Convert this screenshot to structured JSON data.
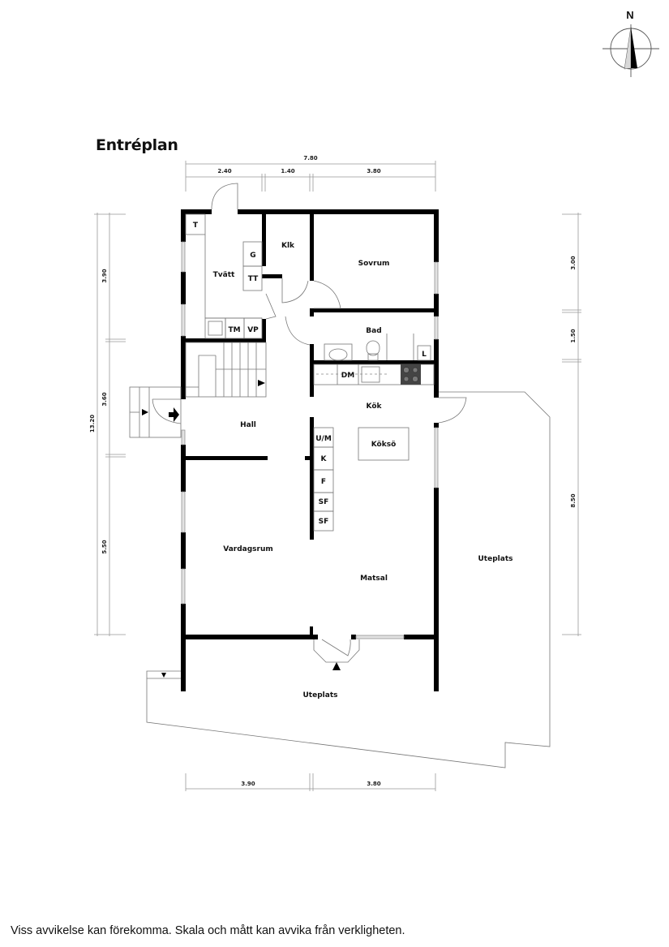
{
  "plan": {
    "title": "Entréplan",
    "disclaimer": "Viss avvikelse kan förekomma. Skala och mått kan avvika från verkligheten.",
    "compass": {
      "label": "N",
      "icon": "north-arrow-icon"
    }
  },
  "rooms": {
    "tvatt": "Tvätt",
    "klk": "Klk",
    "sovrum": "Sovrum",
    "bad": "Bad",
    "kok": "Kök",
    "koksö": "Köksö",
    "hall": "Hall",
    "vardagsrum": "Vardagsrum",
    "matsal": "Matsal",
    "uteplats_east": "Uteplats",
    "uteplats_south": "Uteplats"
  },
  "fixtures": {
    "t": "T",
    "g": "G",
    "tt": "TT",
    "tm": "TM",
    "vp": "VP",
    "l": "L",
    "dm": "DM",
    "um": "U/M",
    "k": "K",
    "f": "F",
    "sf1": "SF",
    "sf2": "SF"
  },
  "dimensions": {
    "top_total": "7.80",
    "top_segments": [
      "2.40",
      "1.40",
      "3.80"
    ],
    "left_total": "13.20",
    "left_segments": [
      "3.90",
      "3.60",
      "5.50"
    ],
    "right_segments": [
      "3.00",
      "1.50",
      "8.50"
    ],
    "bottom_segments": [
      "3.90",
      "3.80"
    ]
  }
}
